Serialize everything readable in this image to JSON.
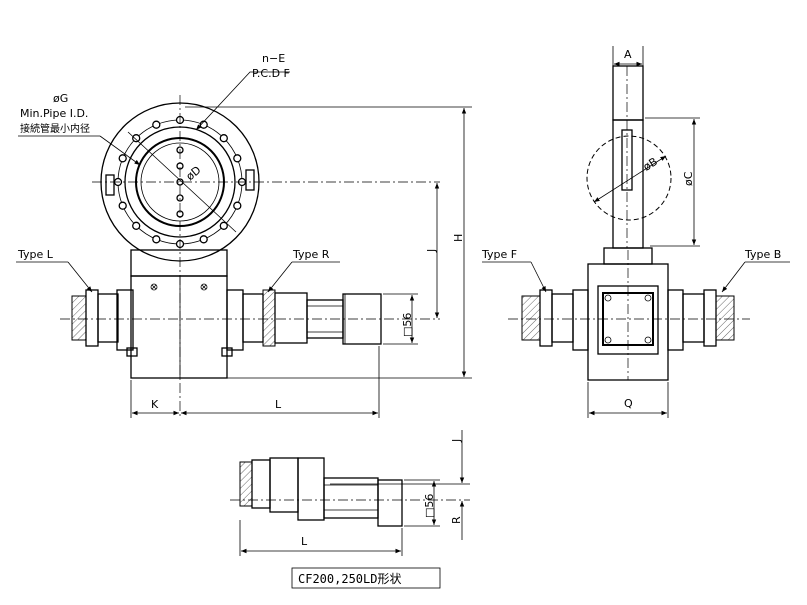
{
  "labels": {
    "n_e": "n−E",
    "pcd_f": "P.C.D F",
    "phi_g": "øG",
    "min_pipe": "Min.Pipe I.D.",
    "min_pipe_jp": "接続管最小内径",
    "phi_d": "øD",
    "type_l": "Type L",
    "type_r": "Type R",
    "type_f": "Type F",
    "type_b": "Type B",
    "dim_a": "A",
    "dim_b": "øB",
    "dim_c": "øC",
    "dim_h": "H",
    "dim_j": "J",
    "dim_k": "K",
    "dim_l": "L",
    "dim_q": "Q",
    "dim_r": "R",
    "dim_56": "□56",
    "caption": "CF200,250LD形状"
  }
}
